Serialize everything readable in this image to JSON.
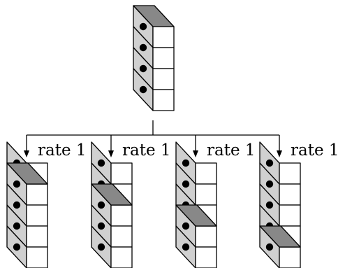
{
  "branch_labels": [
    "rate 1",
    "rate 1",
    "rate 1",
    "rate 1"
  ],
  "colors": {
    "stroke": "#000000",
    "front_face": "#ffffff",
    "side_face": "#d0d0d0",
    "top_face": "#888888",
    "dot": "#000000"
  },
  "root": {
    "height": 4,
    "dots": [
      0,
      1,
      2,
      3
    ],
    "top_face_at": 0
  },
  "children": [
    {
      "height": 5,
      "dots": [
        0,
        1,
        2,
        3,
        4
      ],
      "top_face_at": 1
    },
    {
      "height": 5,
      "dots": [
        0,
        1,
        2,
        3,
        4
      ],
      "top_face_at": 2
    },
    {
      "height": 5,
      "dots": [
        0,
        1,
        2,
        3,
        4
      ],
      "top_face_at": 3
    },
    {
      "height": 5,
      "dots": [
        0,
        1,
        2,
        3,
        4
      ],
      "top_face_at": 4
    }
  ]
}
